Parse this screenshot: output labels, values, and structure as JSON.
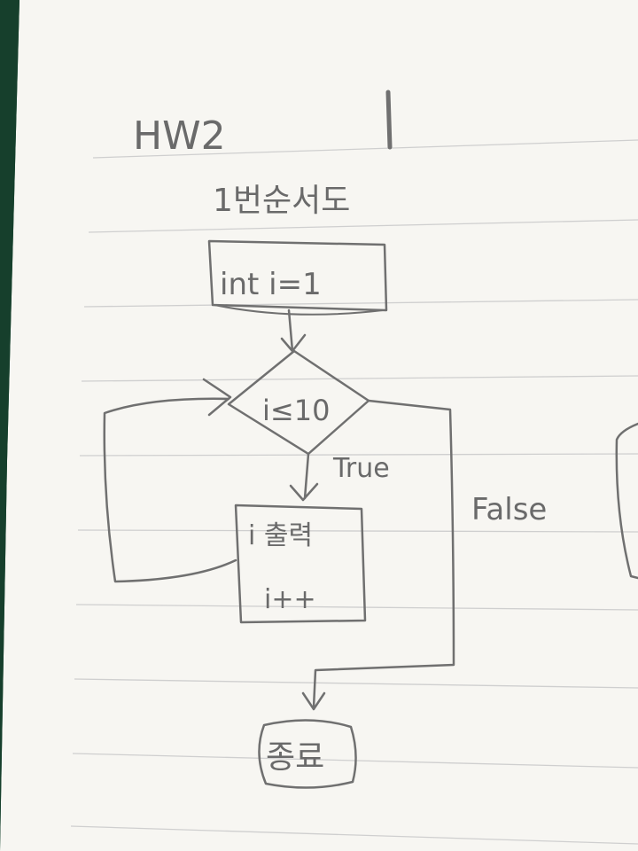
{
  "header": {
    "title": "HW2",
    "subtitle": "1번순서도"
  },
  "flowchart": {
    "init": "int  i=1",
    "condition": "i≤10",
    "true_label": "True",
    "false_label": "False",
    "body_line_1": "i 출력",
    "body_line_2": "i++",
    "end": "종료"
  },
  "colors": {
    "paper": "#f7f6f2",
    "pencil": "#707070",
    "rule": "#cfcfcf",
    "desk": "#1f5b3f"
  }
}
